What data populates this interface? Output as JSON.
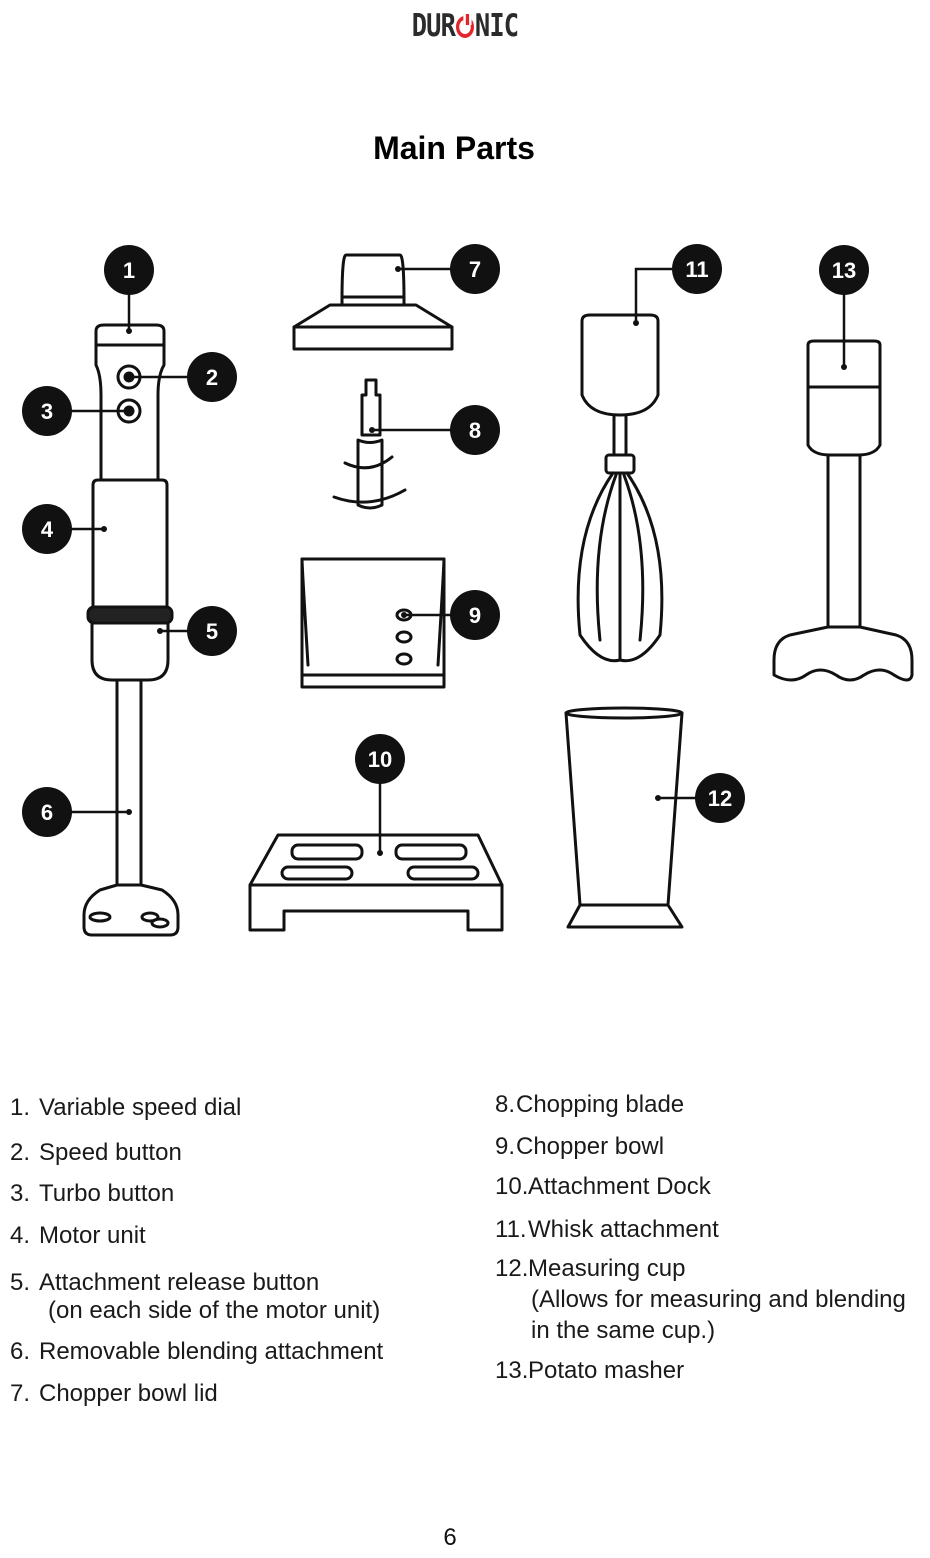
{
  "brand": {
    "logo_text_left": "DUR",
    "logo_text_right": "NIC",
    "accent": "#e3262e"
  },
  "heading": "Main Parts",
  "callouts": [
    "1",
    "2",
    "3",
    "4",
    "5",
    "6",
    "7",
    "8",
    "9",
    "10",
    "11",
    "12",
    "13"
  ],
  "parts_left": [
    {
      "num": "1.",
      "label": "Variable speed dial"
    },
    {
      "num": "2.",
      "label": "Speed button"
    },
    {
      "num": "3.",
      "label": "Turbo button"
    },
    {
      "num": "4.",
      "label": "Motor unit"
    },
    {
      "num": "5.",
      "label": "Attachment release button",
      "note": "(on each side of the motor unit)"
    },
    {
      "num": "6.",
      "label": "Removable blending attachment"
    },
    {
      "num": "7.",
      "label": "Chopper bowl lid"
    }
  ],
  "parts_right": [
    {
      "num": "8.",
      "label": "Chopping blade"
    },
    {
      "num": "9.",
      "label": "Chopper bowl"
    },
    {
      "num": "10.",
      "label": "Attachment Dock"
    },
    {
      "num": "11.",
      "label": "Whisk attachment"
    },
    {
      "num": "12.",
      "label": "Measuring cup",
      "note1": "(Allows for measuring and blending",
      "note2": "in the same cup.)"
    },
    {
      "num": "13.",
      "label": "Potato masher"
    }
  ],
  "page_number": "6"
}
